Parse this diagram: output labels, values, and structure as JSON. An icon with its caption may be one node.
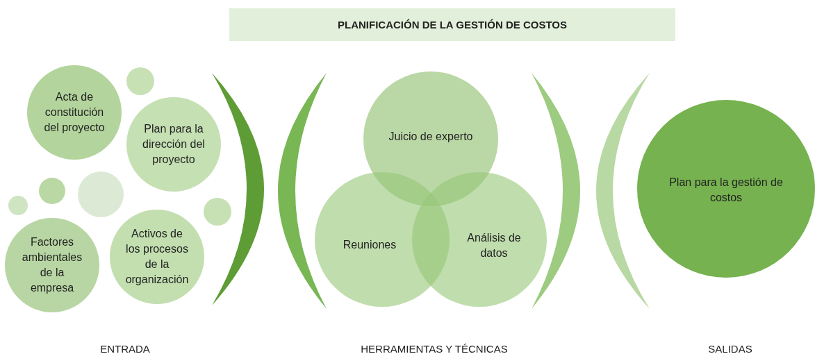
{
  "diagram": {
    "title": "PLANIFICACIÓN DE LA GESTIÓN DE COSTOS",
    "nodes": [
      {
        "text": [
          "Acta de constitución del proyecto"
        ]
      },
      {
        "text": [],
        "shape": "circle"
      },
      {
        "text": [
          "Plan para la dirección del proyecto"
        ]
      },
      {
        "text": [],
        "shape": "circle"
      },
      {
        "text": [],
        "shape": "circle"
      },
      {
        "text": [],
        "shape": "circle"
      },
      {
        "text": [],
        "shape": "circle"
      },
      {
        "text": [
          "Factores ambientales de la empresa"
        ]
      },
      {
        "text": [
          "Activos de los procesos de la organización"
        ]
      },
      {
        "text": [
          "Juicio de experto"
        ]
      },
      {
        "text": [
          "Reuniones"
        ]
      },
      {
        "text": [
          "Análisis de datos"
        ]
      },
      {
        "text": [
          "Plan para la gestión de costos"
        ]
      },
      {
        "text": [],
        "shape": "bracket"
      },
      {
        "text": [],
        "shape": "bracket"
      },
      {
        "text": [],
        "shape": "bracket"
      },
      {
        "text": [],
        "shape": "bracket"
      }
    ],
    "labels": [
      "ENTRADA",
      "HERRAMIENTAS Y TÉCNICAS",
      "SALIDAS"
    ]
  }
}
